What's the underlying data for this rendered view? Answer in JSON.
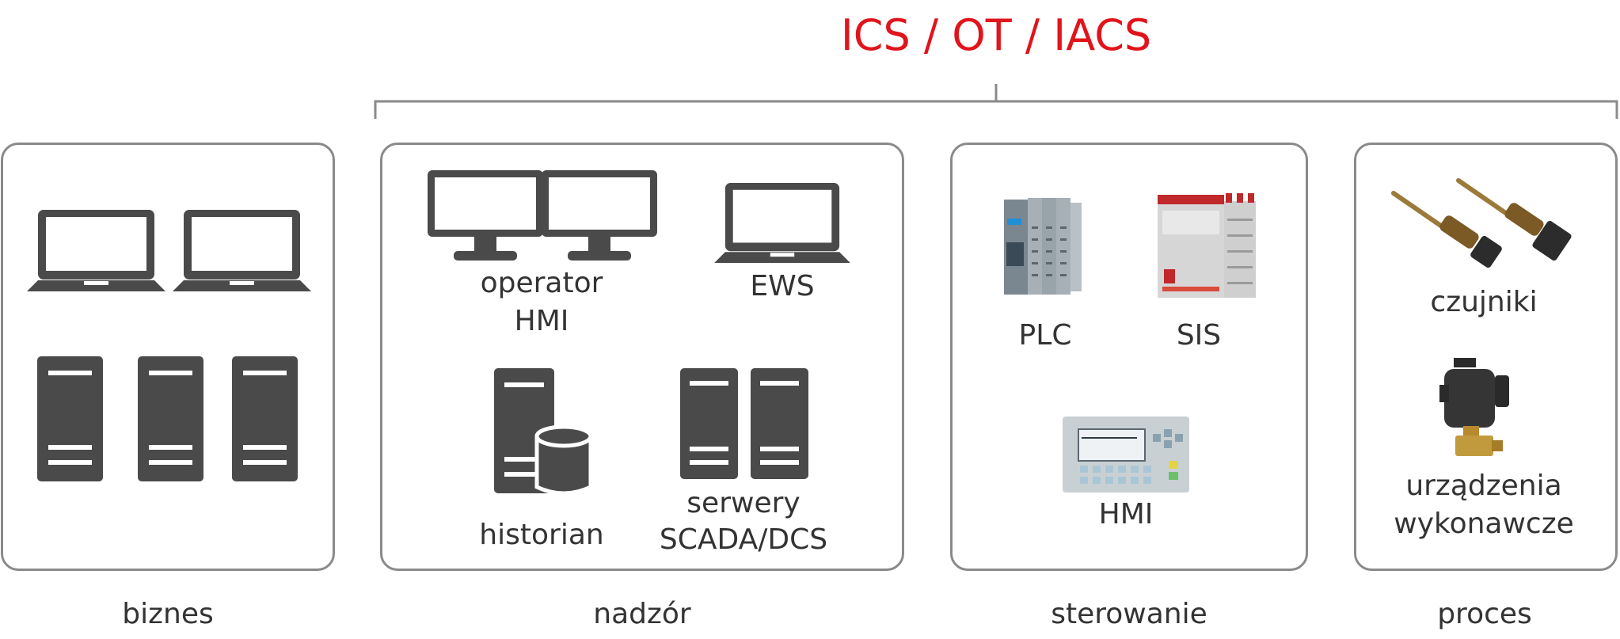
{
  "header": {
    "title": "ICS / OT / IACS"
  },
  "zones": [
    {
      "name": "biznes"
    },
    {
      "name": "nadzór"
    },
    {
      "name": "sterowanie"
    },
    {
      "name": "proces"
    }
  ],
  "supervision": {
    "operator_hmi_line1": "operator",
    "operator_hmi_line2": "HMI",
    "ews": "EWS",
    "historian": "historian",
    "scada_line1": "serwery",
    "scada_line2": "SCADA/DCS"
  },
  "control": {
    "plc": "PLC",
    "sis": "SIS",
    "hmi": "HMI"
  },
  "process": {
    "sensors": "czujniki",
    "actuators_line1": "urządzenia",
    "actuators_line2": "wykonawcze"
  },
  "colors": {
    "title": "#e1141b",
    "icon": "#4a4a4a",
    "border": "#8a8a8a"
  }
}
